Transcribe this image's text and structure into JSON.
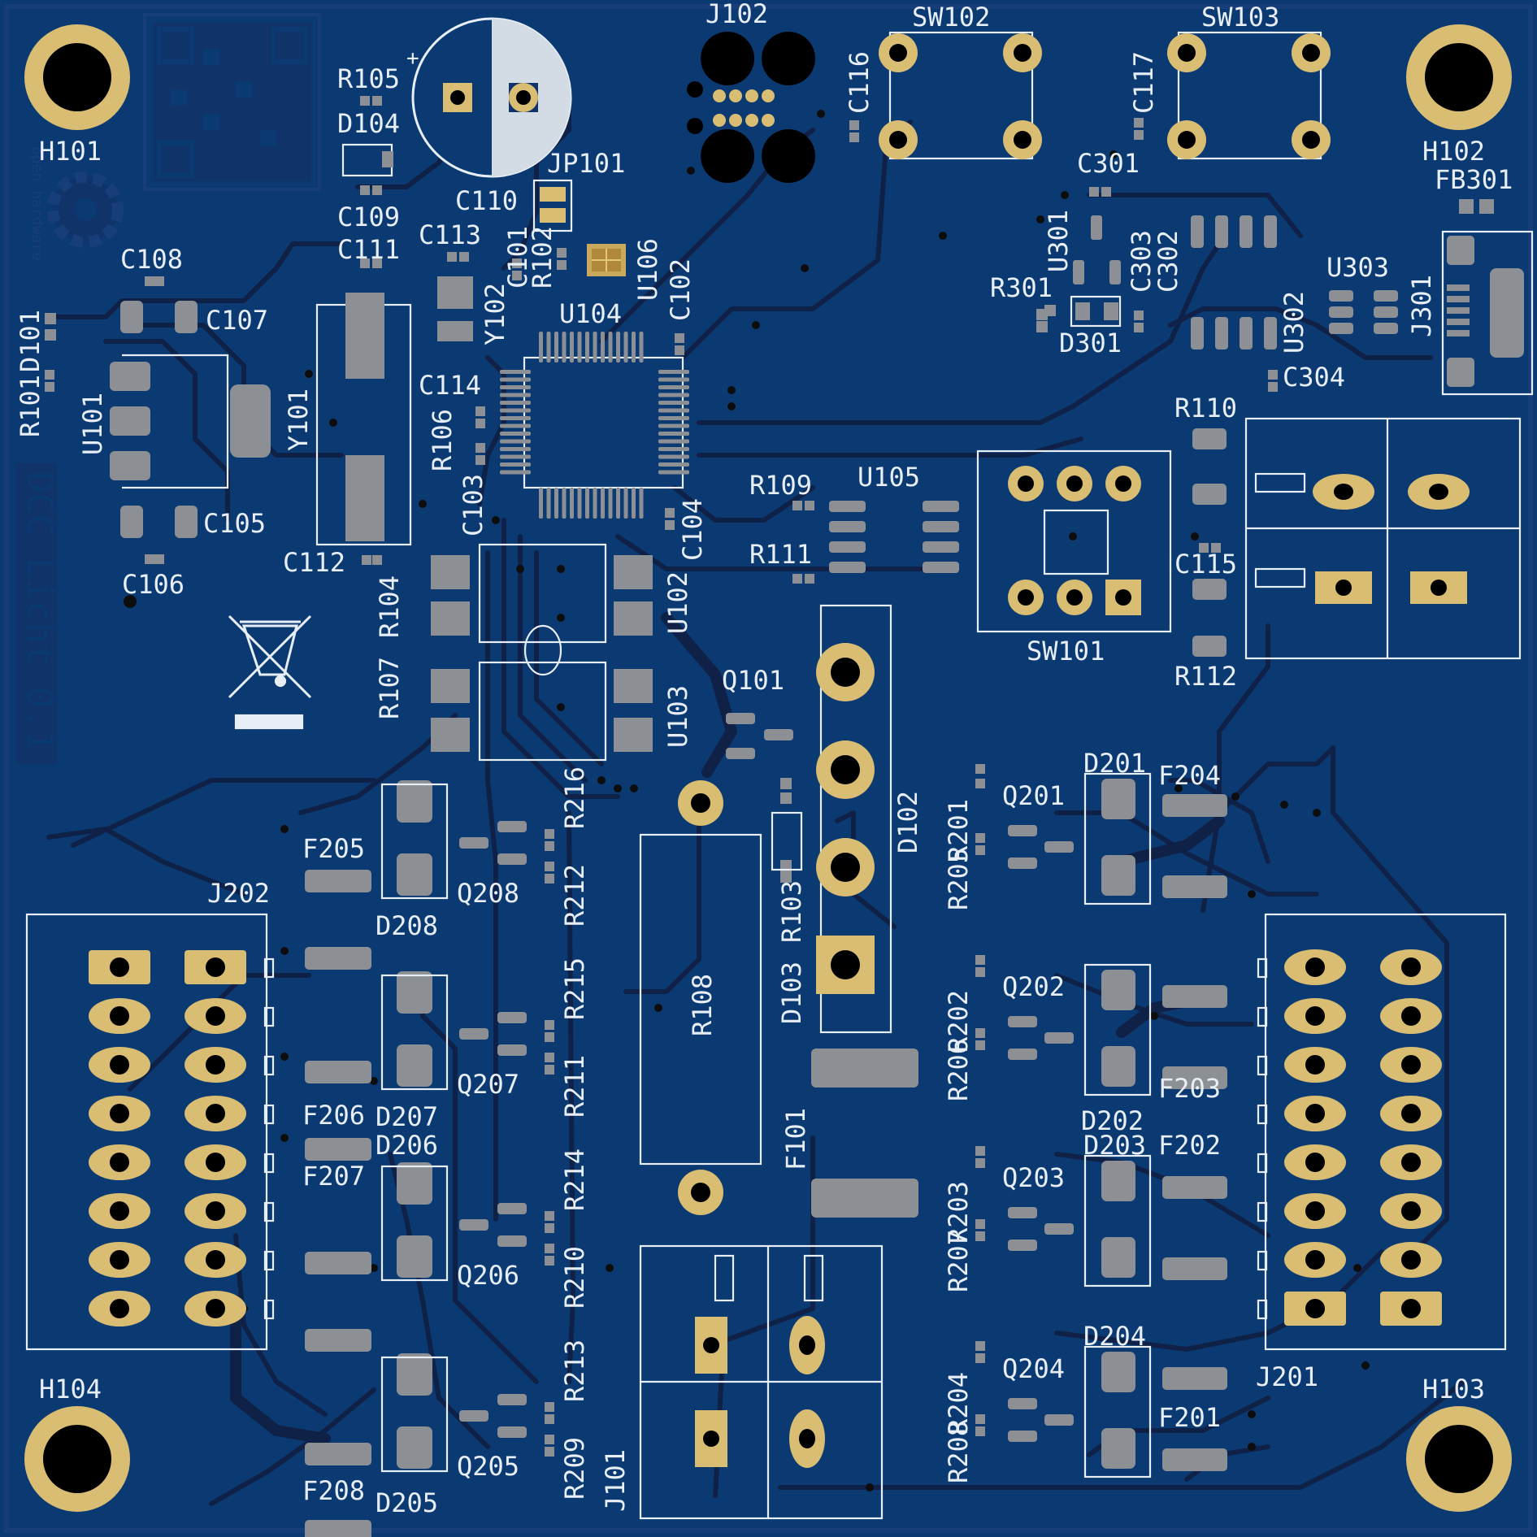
{
  "board": {
    "title": "DCC Licht 0.1",
    "oshw_text": "open hardware",
    "colors": {
      "board": "#0b3a73",
      "copper_outline": "#183e7a",
      "trace": "#0f2147",
      "silk": "#e8eef5",
      "pad": "#8c8f93",
      "gold": "#d9bd72"
    }
  },
  "labels": {
    "H101": "H101",
    "H102": "H102",
    "H103": "H103",
    "H104": "H104",
    "J102": "J102",
    "SW102": "SW102",
    "SW103": "SW103",
    "C116": "C116",
    "C117": "C117",
    "R105": "R105",
    "D104": "D104",
    "JP101": "JP101",
    "C110": "C110",
    "C109": "C109",
    "C111": "C111",
    "C113": "C113",
    "C108": "C108",
    "C107": "C107",
    "R101": "R101",
    "D101": "D101",
    "U101": "U101",
    "Y101": "Y101",
    "C105": "C105",
    "C106": "C106",
    "C112": "C112",
    "Y102": "Y102",
    "C101": "C101",
    "R102": "R102",
    "U106": "U106",
    "C102": "C102",
    "U104": "U104",
    "C114": "C114",
    "R106": "R106",
    "C103": "C103",
    "C104": "C104",
    "R104": "R104",
    "R107": "R107",
    "U102": "U102",
    "U103": "U103",
    "Q101": "Q101",
    "R109": "R109",
    "U105": "U105",
    "R111": "R111",
    "SW101": "SW101",
    "R110": "R110",
    "C115": "C115",
    "R112": "R112",
    "C301": "C301",
    "FB301": "FB301",
    "U301": "U301",
    "R301": "R301",
    "D301": "D301",
    "C303": "C303",
    "C302": "C302",
    "U302": "U302",
    "U303": "U303",
    "J301": "J301",
    "C304": "C304",
    "D102": "D102",
    "D103": "D103",
    "R103": "R103",
    "R108": "R108",
    "F101": "F101",
    "J101": "J101",
    "J201": "J201",
    "J202": "J202",
    "R201": "R201",
    "R205": "R205",
    "Q201": "Q201",
    "D201": "D201",
    "F204": "F204",
    "R202": "R202",
    "R206": "R206",
    "Q202": "Q202",
    "D202": "D202",
    "F203": "F203",
    "R203": "R203",
    "R207": "R207",
    "Q203": "Q203",
    "D203": "D203",
    "F202": "F202",
    "R204": "R204",
    "R208": "R208",
    "Q204": "Q204",
    "D204": "D204",
    "F201": "F201",
    "F205": "F205",
    "D208": "D208",
    "Q208": "Q208",
    "R212": "R212",
    "R216": "R216",
    "F206": "F206",
    "D207": "D207",
    "Q207": "Q207",
    "R211": "R211",
    "R215": "R215",
    "F207": "F207",
    "D206": "D206",
    "Q206": "Q206",
    "R210": "R210",
    "R214": "R214",
    "F208": "F208",
    "D205": "D205",
    "Q205": "Q205",
    "R209": "R209",
    "R213": "R213"
  }
}
